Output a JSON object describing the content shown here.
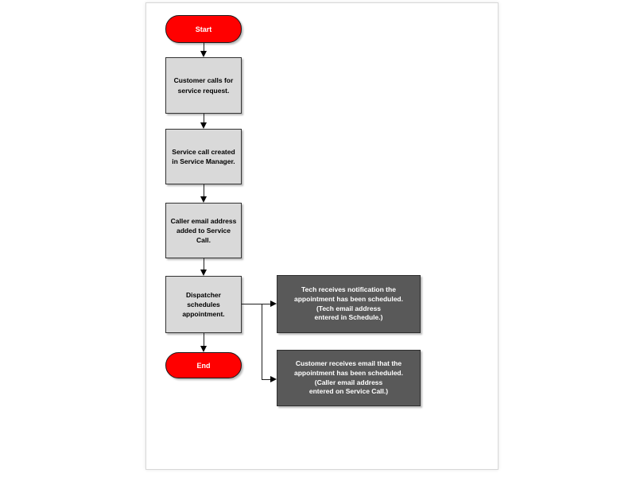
{
  "document": {
    "type": "flowchart-page",
    "page_background": "#ffffff"
  },
  "colors": {
    "terminator_fill": "#ff0000",
    "terminator_text": "#ffffff",
    "process_fill": "#d9d9d9",
    "process_text": "#000000",
    "note_fill": "#595959",
    "note_text": "#ffffff",
    "shape_border": "#2e2e2e",
    "connector": "#1f1f1f"
  },
  "flowchart": {
    "start": {
      "label": "Start"
    },
    "steps": {
      "customer_calls": {
        "label": "Customer calls for\nservice request."
      },
      "service_call_created": {
        "label": "Service call created\nin Service Manager."
      },
      "caller_email_added": {
        "label": "Caller email address\nadded to Service\nCall."
      },
      "dispatcher_schedules": {
        "label": "Dispatcher\nschedules\nappointment."
      }
    },
    "end": {
      "label": "End"
    },
    "notes": {
      "tech_notification": {
        "label": "Tech receives notification the\nappointment has been scheduled.\n(Tech email address\nentered in Schedule.)"
      },
      "customer_email": {
        "label": "Customer receives email that the\nappointment has been scheduled.\n(Caller email address\nentered on Service Call.)"
      }
    }
  }
}
